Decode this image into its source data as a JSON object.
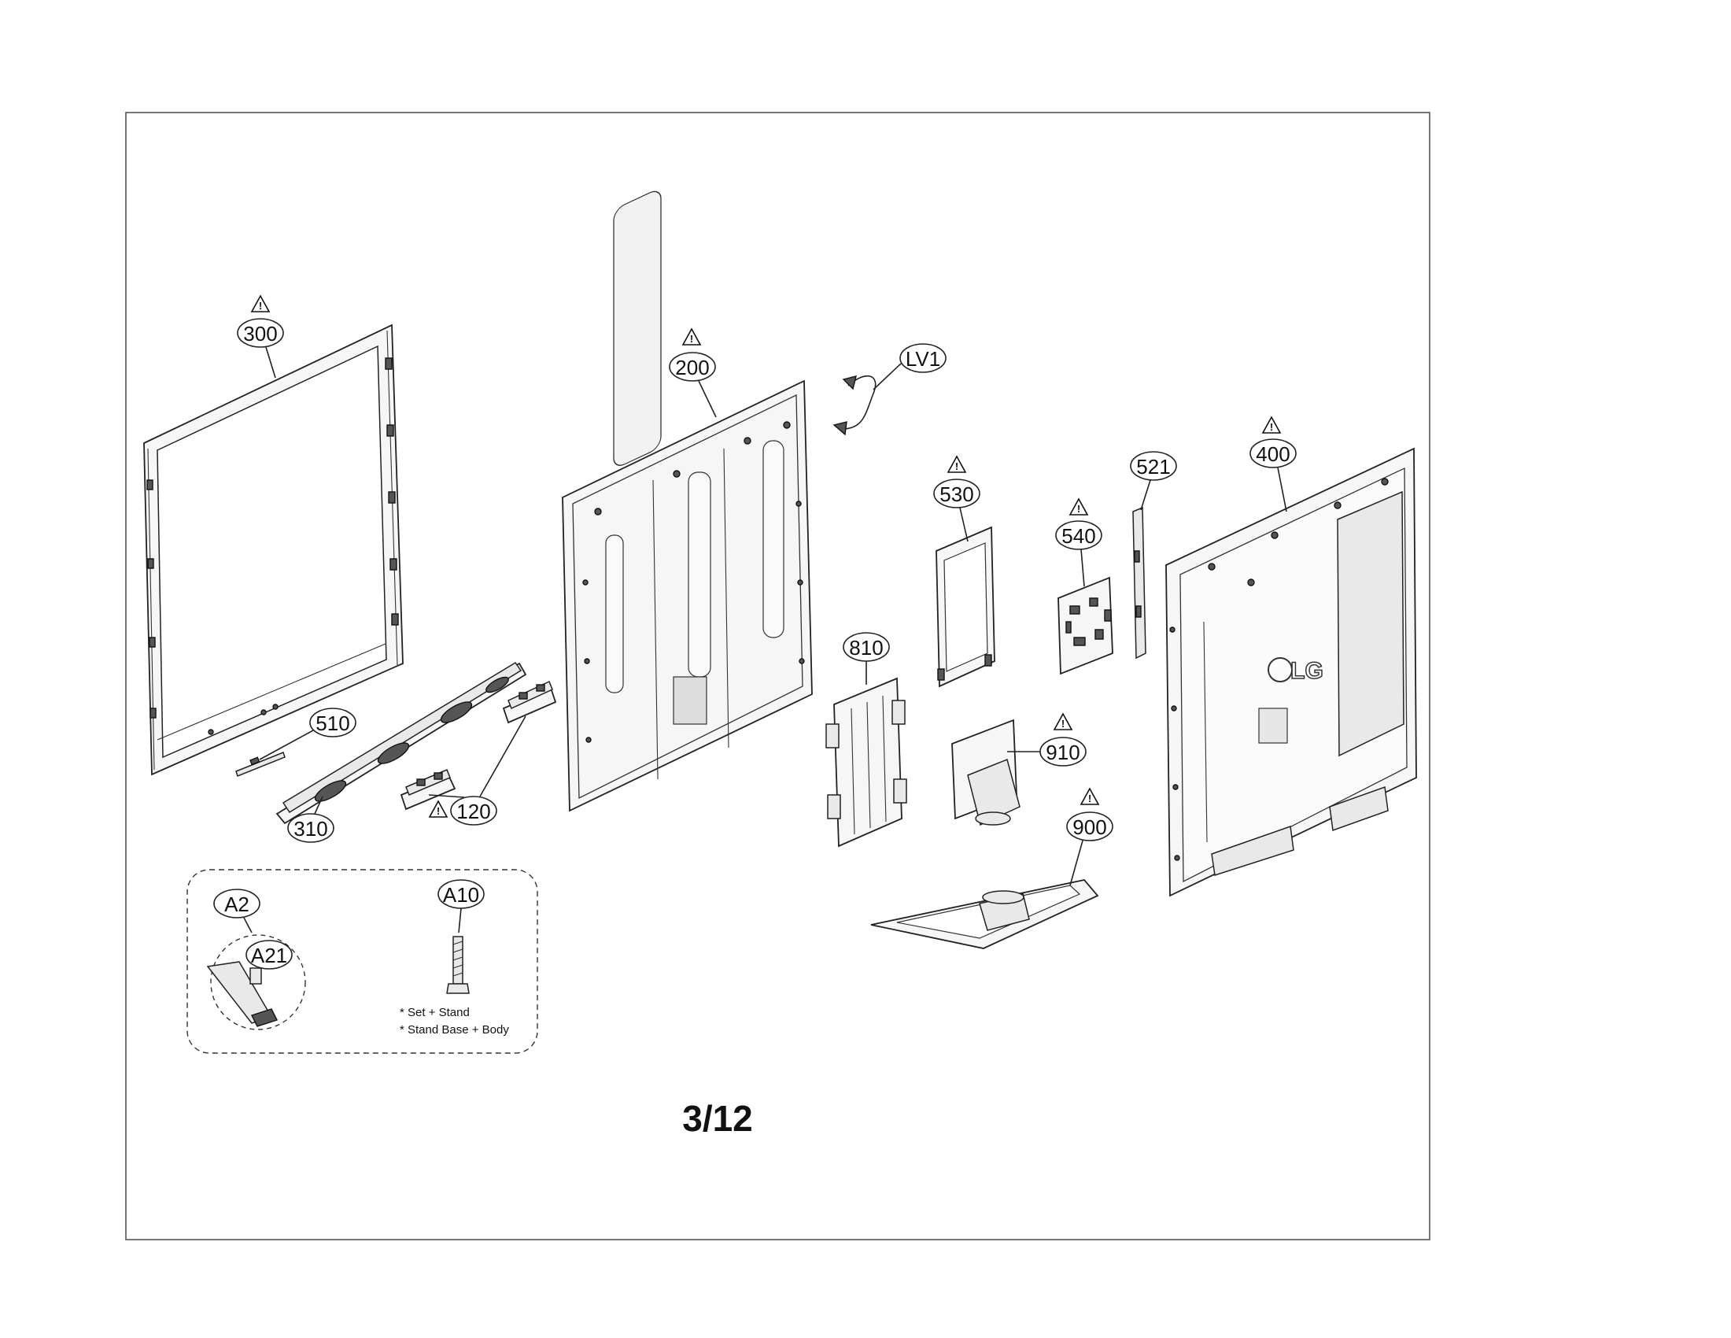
{
  "page_number": "3/12",
  "callouts": {
    "c300": "300",
    "c200": "200",
    "cLV1": "LV1",
    "c400": "400",
    "c521": "521",
    "c530": "530",
    "c540": "540",
    "c810": "810",
    "c910": "910",
    "c900": "900",
    "c510": "510",
    "c310": "310",
    "c120": "120",
    "cA2": "A2",
    "cA21": "A21",
    "cA10": "A10"
  },
  "notes": {
    "line1": "* Set + Stand",
    "line2": "* Stand Base + Body"
  },
  "logo_text": "LG"
}
